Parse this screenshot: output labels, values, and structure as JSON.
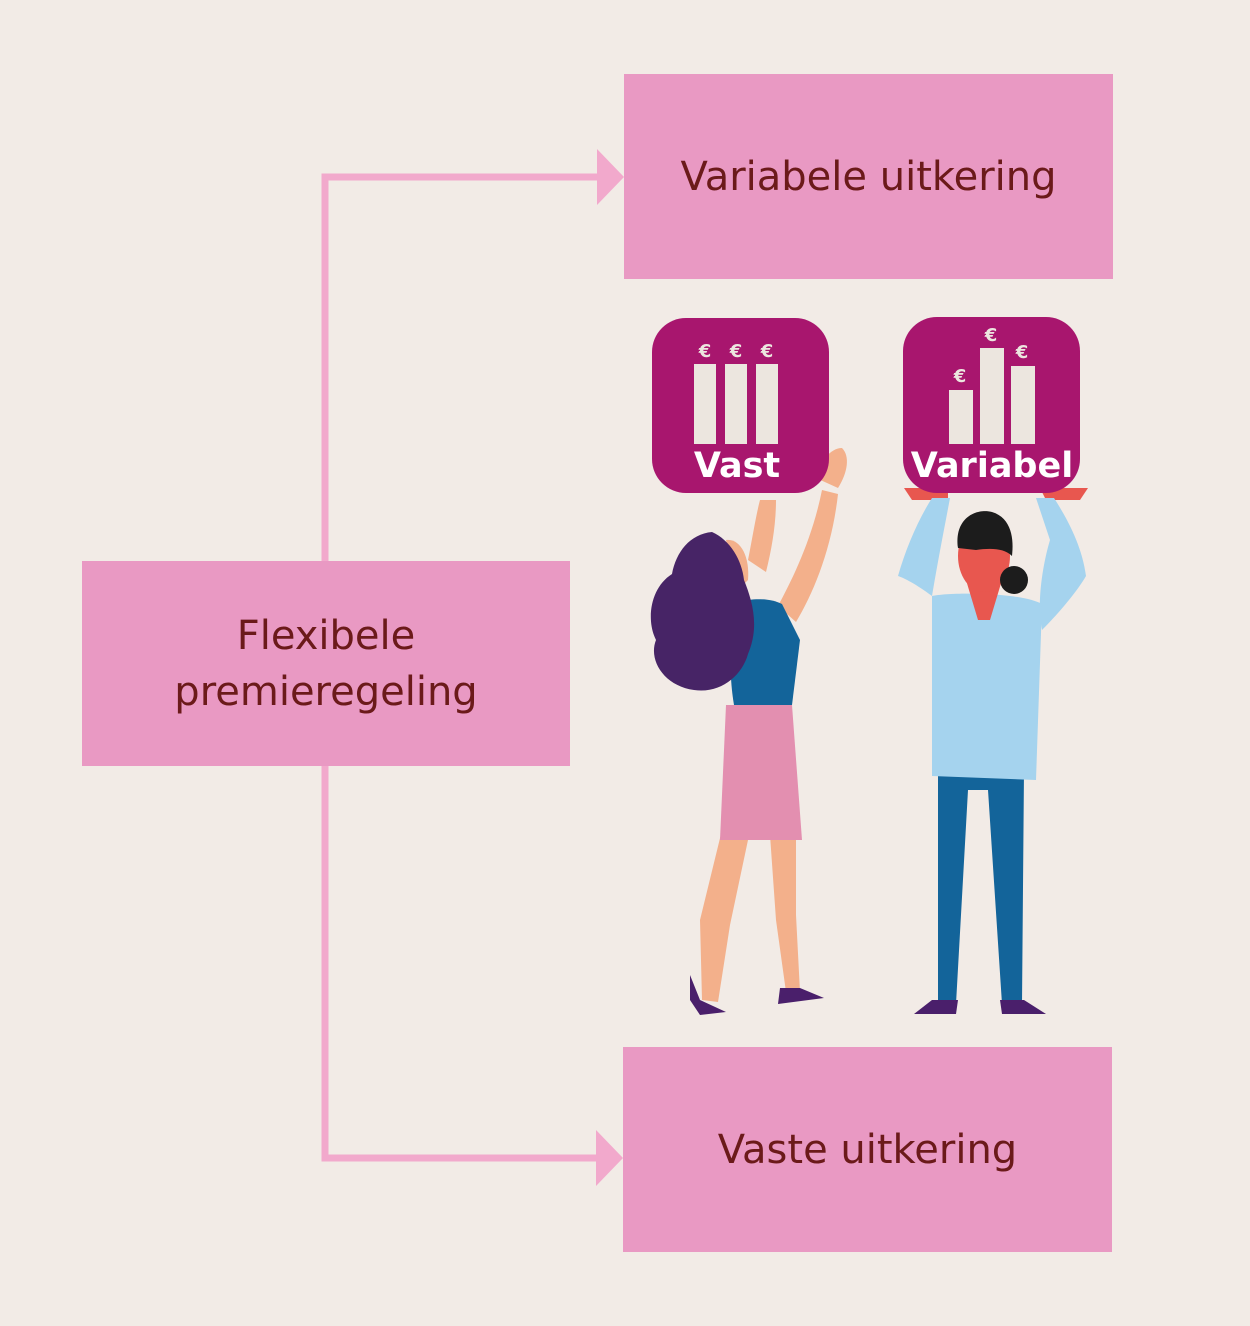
{
  "diagram": {
    "source_box": {
      "line1": "Flexibele",
      "line2": "premieregeling"
    },
    "target_top": {
      "label": "Variabele uitkering"
    },
    "target_bottom": {
      "label": "Vaste uitkering"
    }
  },
  "illustration": {
    "sign_fixed": {
      "label": "Vast",
      "currency_symbol": "€",
      "bar_levels": [
        1,
        1,
        1
      ]
    },
    "sign_variable": {
      "label": "Variabel",
      "currency_symbol": "€",
      "bar_levels": [
        0.55,
        1,
        0.8
      ]
    }
  },
  "colors": {
    "background": "#f2ebe6",
    "box": "#e999c3",
    "connector": "#f2a9cc",
    "text": "#6b1a1a",
    "sign": "#a8166e",
    "bars": "#ece6df"
  }
}
